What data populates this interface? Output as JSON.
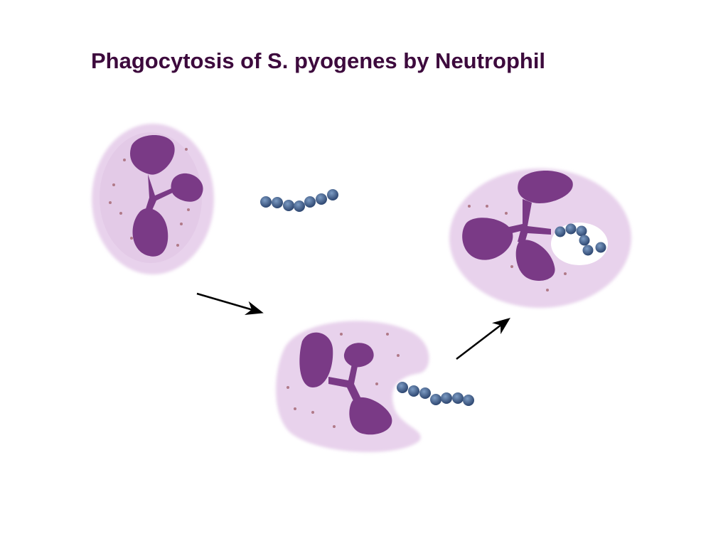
{
  "title": "Phagocytosis of S. pyogenes by Neutrophil",
  "colors": {
    "title": "#3d0a3d",
    "cytoplasm": "#e6cde9",
    "nucleus": "#7a3a86",
    "granule": "#b07a88",
    "bacteria": "#3b5a86",
    "arrow": "#000000"
  },
  "stages": [
    "neutrophil-and-bacteria",
    "engulfing",
    "phagosome"
  ]
}
